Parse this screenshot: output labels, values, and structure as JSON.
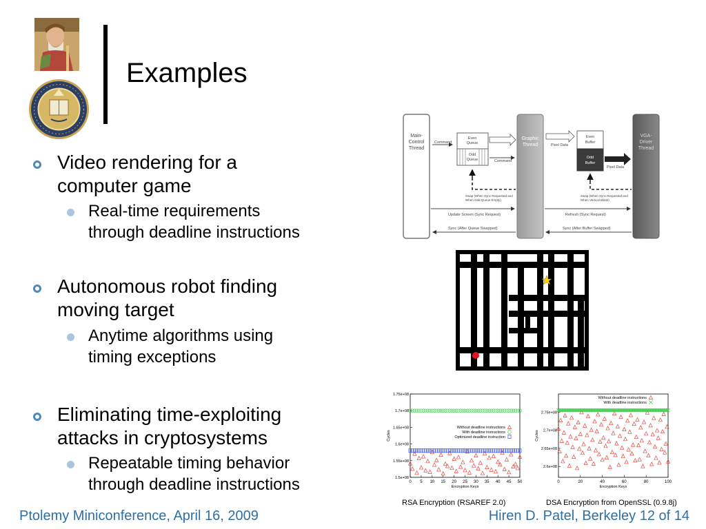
{
  "slide": {
    "title": "Examples",
    "bullets": [
      {
        "lines": [
          "Video rendering for a",
          "computer game"
        ],
        "sub": [
          "Real-time requirements",
          "through deadline instructions"
        ]
      },
      {
        "lines": [
          "Autonomous robot finding",
          "moving target"
        ],
        "sub": [
          "Anytime algorithms using",
          "timing exceptions"
        ]
      },
      {
        "lines": [
          "Eliminating time-exploiting",
          "attacks in cryptosystems"
        ],
        "sub": [
          "Repeatable timing behavior",
          "through deadline instructions"
        ]
      }
    ]
  },
  "diagram": {
    "main_control": [
      "Main-",
      "Control",
      "Thread"
    ],
    "command_1": "Command",
    "command_2": "Command",
    "even_queue": [
      "Even",
      "Queue"
    ],
    "odd_queue": [
      "Odd",
      "Queue"
    ],
    "graphic_thread": [
      "Graphic",
      "Thread"
    ],
    "pixel_data_1": "Pixel Data",
    "pixel_data_2": "Pixel Data",
    "even_buffer": [
      "Even",
      "Buffer"
    ],
    "odd_buffer": [
      "Odd",
      "Buffer"
    ],
    "vga_driver": [
      "VGA-",
      "Driver",
      "Thread"
    ],
    "swap_1": [
      "Swap (When Sync Requested and",
      "When Odd Queue Empty)"
    ],
    "swap_2": [
      "Swap (When Sync Requested and",
      "When Vertical Blank)"
    ],
    "update_screen": "Update Screen (Sync Request)",
    "refresh": "Refresh (Sync Request)",
    "sync_1": "Sync (After Queue Swapped)",
    "sync_2": "Sync (After Buffer Swapped)"
  },
  "captions": {
    "rsa": "RSA Encryption (RSAREF 2.0)",
    "dsa": "DSA Encryption from OpenSSL (0.9.8j)"
  },
  "footer": {
    "left": "Ptolemy Miniconference, April 16, 2009",
    "right": "Hiren D. Patel, Berkeley 12 of 14"
  },
  "chart_data": [
    {
      "type": "scatter",
      "title": "",
      "xlabel": "Encryption Keys",
      "ylabel": "Cycles",
      "xlim": [
        0,
        50
      ],
      "ylim": [
        150000000,
        175000000
      ],
      "xticks": [
        "0",
        "5",
        "10",
        "15",
        "20",
        "25",
        "30",
        "35",
        "40",
        "45",
        "50"
      ],
      "yticks": [
        "1.5e+08",
        "1.55e+08",
        "1.6e+08",
        "1.65e+08",
        "1.7e+08",
        "1.75e+08"
      ],
      "legend_position": "center-right",
      "series": [
        {
          "name": "Without deadline instructions",
          "marker": "triangle",
          "color": "#e8473a",
          "values": [
            154.2,
            152.6,
            157.1,
            151.4,
            155.8,
            153.0,
            156.3,
            152.1,
            154.9,
            151.7,
            157.6,
            153.8,
            155.2,
            152.4,
            156.8,
            151.2,
            154.1,
            153.4,
            157.3,
            152.9,
            155.6,
            151.9,
            156.1,
            153.2,
            154.6,
            152.2,
            157.8,
            151.5,
            155.1,
            153.6,
            156.6,
            152.7,
            154.4,
            151.3,
            157.2,
            153.1,
            155.9,
            152.3,
            156.4,
            151.8,
            154.7,
            153.9,
            157.4,
            152.5,
            155.4,
            151.6,
            156.9,
            153.3,
            154.0,
            152.8,
            156.2
          ]
        },
        {
          "name": "With deadline instructions",
          "marker": "circle",
          "color": "#3fcf4f",
          "constant": 170.0
        },
        {
          "name": "Optimized deadline instruction",
          "marker": "square",
          "color": "#3b55d6",
          "constant": 158.0
        }
      ]
    },
    {
      "type": "scatter",
      "title": "",
      "xlabel": "Encryption Keys",
      "ylabel": "Cycles",
      "xlim": [
        0,
        100
      ],
      "ylim": [
        257000000,
        280000000
      ],
      "xticks": [
        "0",
        "20",
        "40",
        "60",
        "80",
        "100"
      ],
      "yticks": [
        "2.6e+08",
        "2.65e+08",
        "2.7e+08",
        "2.75e+08"
      ],
      "legend_position": "top-right",
      "series": [
        {
          "name": "Without deadline instructions",
          "marker": "triangle",
          "color": "#e8473a",
          "values": [
            270.5,
            264.2,
            272.8,
            267.1,
            261.5,
            269.4,
            274.1,
            263.0,
            266.6,
            271.9,
            260.2,
            268.3,
            273.5,
            265.4,
            262.7,
            270.9,
            267.8,
            259.6,
            272.2,
            264.9,
            269.0,
            275.0,
            263.8,
            266.2,
            271.3,
            261.0,
            268.7,
            273.9,
            265.0,
            262.2,
            270.1,
            267.4,
            260.8,
            272.5,
            264.5,
            269.8,
            274.4,
            263.4,
            266.9,
            271.6,
            261.9,
            268.0,
            273.2,
            265.7,
            262.5,
            270.6,
            267.0,
            259.9,
            272.0,
            264.0,
            269.2,
            274.7,
            263.2,
            266.4,
            271.1,
            260.5,
            268.5,
            273.7,
            265.2,
            262.9,
            270.3,
            267.6,
            261.3,
            272.7,
            264.7,
            269.6,
            274.2,
            263.6,
            266.0,
            271.8,
            261.7,
            268.2,
            273.0,
            265.9,
            262.0,
            270.8,
            267.2,
            260.1,
            272.3,
            264.3,
            269.1,
            274.9,
            263.1,
            266.7,
            271.4,
            260.7,
            268.9,
            273.4,
            265.5,
            262.4,
            270.0,
            267.9,
            261.1,
            272.9,
            264.8,
            269.7,
            274.5,
            263.9,
            266.3,
            271.0,
            261.4
          ]
        },
        {
          "name": "With deadline instructions",
          "marker": "x",
          "color": "#3fcf4f",
          "constant": 275.5
        }
      ]
    }
  ]
}
